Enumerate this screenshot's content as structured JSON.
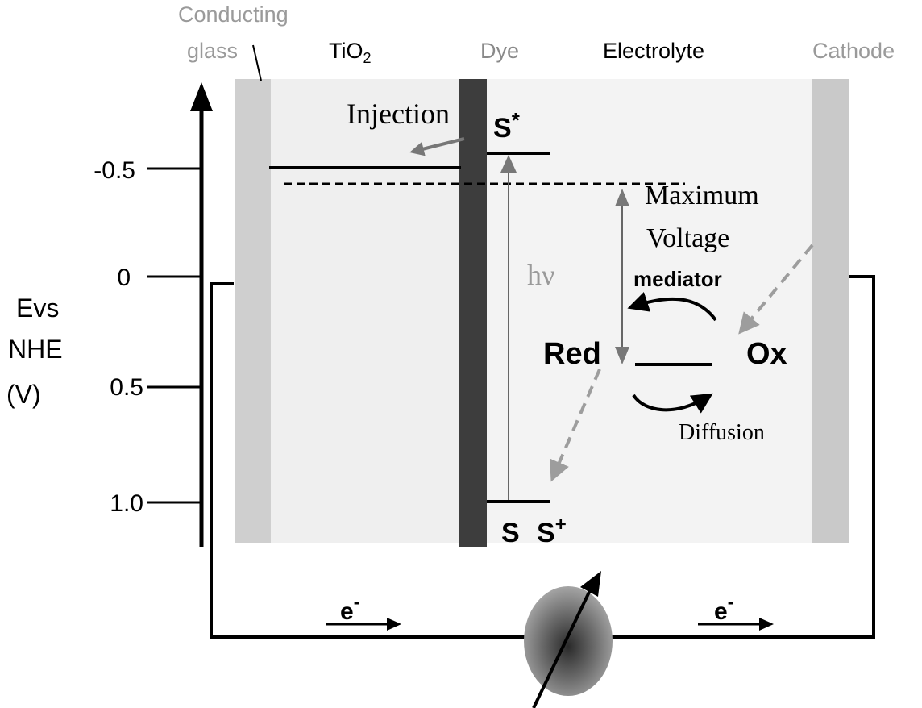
{
  "layers": {
    "conducting_glass_line1": "Conducting",
    "conducting_glass_line2": "glass",
    "tio2_main": "TiO",
    "tio2_sub": "2",
    "dye": "Dye",
    "electrolyte": "Electrolyte",
    "cathode": "Cathode"
  },
  "axis": {
    "label_line1": "Evs",
    "label_line2": "NHE",
    "label_line3": "(V)",
    "ticks": [
      {
        "label": "-0.5",
        "value": -0.5
      },
      {
        "label": "0",
        "value": 0
      },
      {
        "label": "0.5",
        "value": 0.5
      },
      {
        "label": "1.0",
        "value": 1.0
      }
    ]
  },
  "labels": {
    "injection": "Injection",
    "s_star_main": "S",
    "s_star_sup": "*",
    "max_voltage_line1": "Maximum",
    "max_voltage_line2": "Voltage",
    "h_nu": "hν",
    "mediator": "mediator",
    "red": "Red",
    "ox": "Ox",
    "diffusion": "Diffusion",
    "s_ground": "S",
    "s_plus_main": "S",
    "s_plus_sup": "+",
    "electron_left_main": "e",
    "electron_left_sup": "-",
    "electron_right_main": "e",
    "electron_right_sup": "-"
  },
  "colors": {
    "glass": "#cfcfcf",
    "panel": "#efefef",
    "dye_bar": "#3d3d3d",
    "gray_text": "#9a9a9a",
    "arrow_gray": "#777777",
    "dashed_gray": "#9d9d9d",
    "black": "#000000"
  }
}
